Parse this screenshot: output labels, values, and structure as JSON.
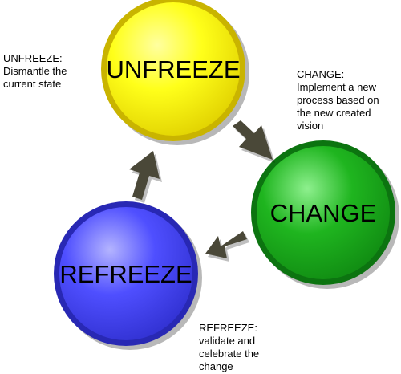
{
  "stages": {
    "unfreeze": {
      "label": "UNFREEZE",
      "fill": "#ffff1a",
      "rim": "#c9b400",
      "note": [
        "UNFREEZE:",
        "Dismantle the",
        "current state"
      ]
    },
    "change": {
      "label": "CHANGE",
      "fill": "#1fb51f",
      "rim": "#0c7410",
      "note": [
        "CHANGE:",
        "Implement a new",
        "process based on",
        "the new created",
        "vision"
      ]
    },
    "refreeze": {
      "label": "REFREEZE",
      "fill": "#4f4fff",
      "rim": "#2828b4",
      "note": [
        "REFREEZE:",
        "validate and",
        "celebrate the",
        "change"
      ]
    }
  },
  "arrow_color": "#4a4838"
}
